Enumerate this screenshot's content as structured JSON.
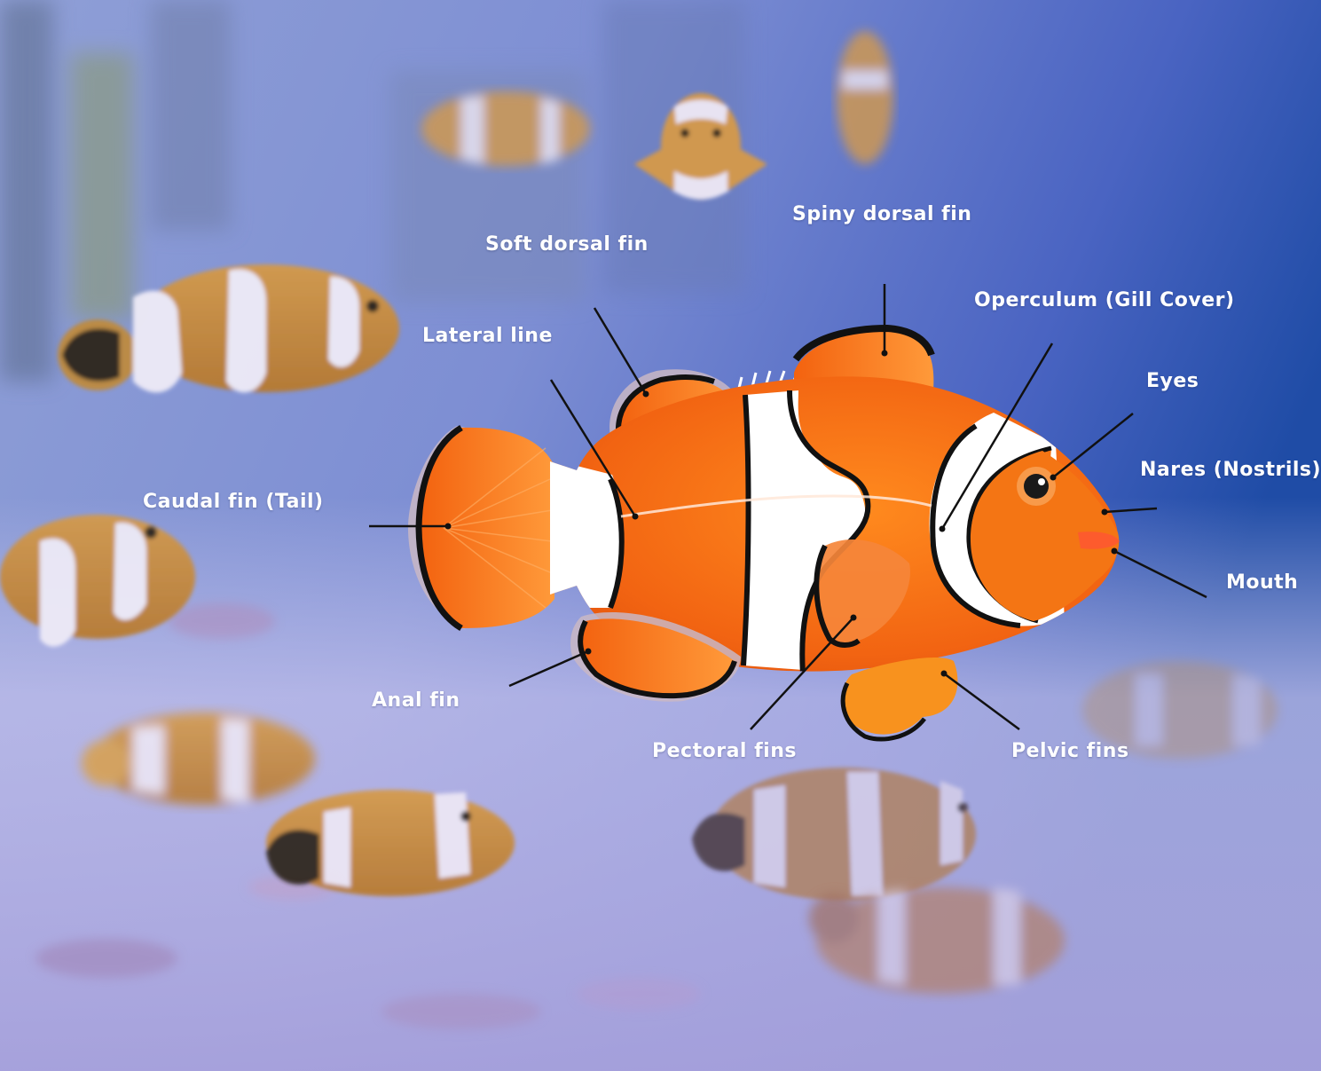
{
  "colors": {
    "background_blue": "#1f4fa8",
    "background_lavender": "#b9b8e6",
    "clownfish_orange": "#f36a12",
    "clownfish_white": "#ffffff",
    "outline_black": "#111111",
    "label_white": "#ffffff",
    "leader_line": "#111111"
  },
  "labels": {
    "spiny_dorsal_fin": "Spiny dorsal fin",
    "soft_dorsal_fin": "Soft dorsal fin",
    "operculum": "Operculum (Gill Cover)",
    "lateral_line": "Lateral line",
    "eyes": "Eyes",
    "nares": "Nares (Nostrils)",
    "caudal_fin": "Caudal fin (Tail)",
    "mouth": "Mouth",
    "anal_fin": "Anal fin",
    "pectoral_fins": "Pectoral fins",
    "pelvic_fins": "Pelvic fins"
  }
}
